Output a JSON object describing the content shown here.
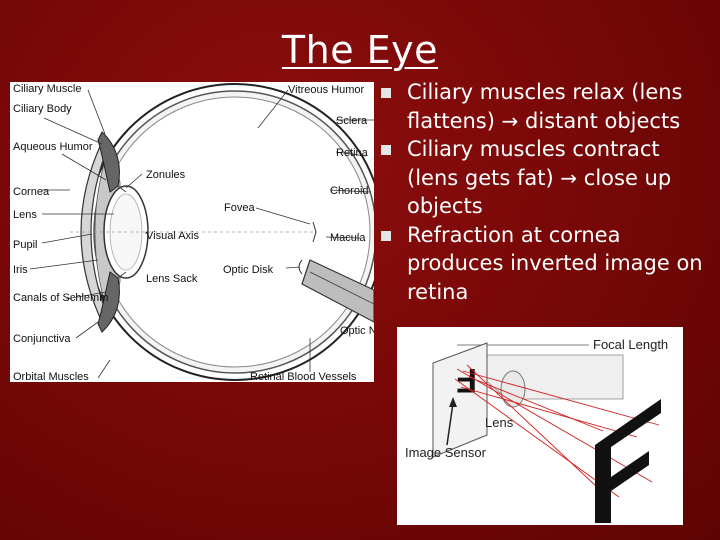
{
  "slide": {
    "title": "The Eye",
    "background_color": "#7a0808",
    "bullet_color": "#e6e6e6"
  },
  "bullets": [
    {
      "before": "Ciliary muscles relax (lens flattens) ",
      "arrow": "→",
      "after": " distant objects"
    },
    {
      "before": "Ciliary muscles contract (lens gets fat) ",
      "arrow": "→",
      "after": " close up objects"
    },
    {
      "before": "Refraction at cornea produces inverted image on retina",
      "arrow": "",
      "after": ""
    }
  ],
  "eye_diagram": {
    "labels": {
      "ciliary_muscle": "Ciliary Muscle",
      "ciliary_body": "Ciliary Body",
      "aqueous_humor": "Aqueous Humor",
      "cornea": "Cornea",
      "lens": "Lens",
      "pupil": "Pupil",
      "iris": "Iris",
      "canals_of_schlemm": "Canals of Schlemm",
      "conjunctiva": "Conjunctiva",
      "orbital_muscles": "Orbital Muscles",
      "zonules": "Zonules",
      "visual_axis": "Visual Axis",
      "lens_sack": "Lens Sack",
      "fovea": "Fovea",
      "optic_disk": "Optic Disk",
      "vitreous_humor": "Vitreous Humor",
      "sclera": "Sclera",
      "retina": "Retina",
      "choroid": "Choroid",
      "macula": "Macula",
      "optic_nerve": "Optic Nerve",
      "retinal_blood_vessels": "Retinal Blood Vessels"
    }
  },
  "camera_diagram": {
    "focal_length": "Focal Length",
    "lens": "Lens",
    "image_sensor": "Image Sensor",
    "object_letter": "F",
    "image_letter": "F",
    "ray_color": "#d32020"
  }
}
